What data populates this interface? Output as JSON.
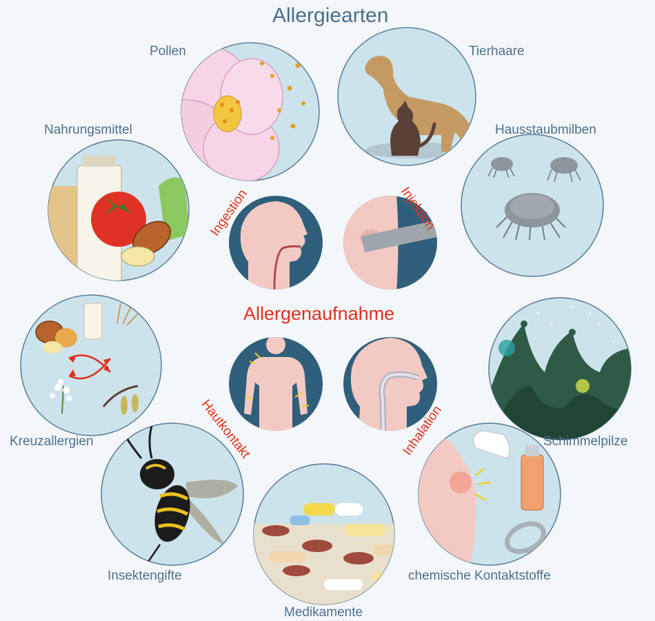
{
  "title": "Allergiearten",
  "center_label": "Allergenaufnahme",
  "types": {
    "pollen": "Pollen",
    "tierhaare": "Tierhaare",
    "nahrungsmittel": "Nahrungsmittel",
    "hausstaubmilben": "Hausstaubmilben",
    "kreuzallergien": "Kreuzallergien",
    "schimmelpilze": "Schimmelpilze",
    "insektengifte": "Insektengifte",
    "medikamente": "Medikamente",
    "kontaktstoffe": "chemische Kontaktstoffe"
  },
  "routes": {
    "ingestion": "Ingestion",
    "injektion": "Injektion",
    "hautkontakt": "Hautkontakt",
    "inhalation": "Inhalation"
  },
  "colors": {
    "label_blue": "#4f6f8e",
    "accent_red": "#e0301e",
    "circle_fill": "#cde3ec",
    "route_fill": "#2f5f7a",
    "skin": "#f3c9c4"
  }
}
